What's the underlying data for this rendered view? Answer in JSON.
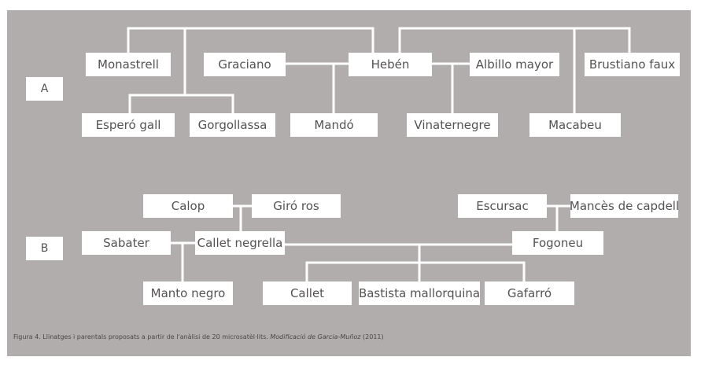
{
  "diagram_a": {
    "label": "A",
    "nodes": {
      "monastrell": "Monastrell",
      "gracian": "Graciano",
      "heben": "Hebén",
      "albillo": "Albillo mayor",
      "brustiano": "Brustiano faux",
      "espero": "Esperó gall",
      "gorgollassa": "Gorgollassa",
      "mando": "Mandó",
      "vinaternegre": "Vinaternegre",
      "macabeu": "Macabeu"
    }
  },
  "diagram_b": {
    "label": "B",
    "nodes": {
      "calop": "Calop",
      "giro": "Giró ros",
      "escursac": "Escursac",
      "mances": "Mancès de capdell",
      "sabater": "Sabater",
      "callet_negrella": "Callet negrella",
      "fogoneu": "Fogoneu",
      "manto": "Manto negro",
      "callet": "Callet",
      "bastista": "Bastista mallorquina",
      "gafarro": "Gafarró"
    }
  },
  "caption": {
    "text": "Figura 4. Llinatges i parentals proposats a partir de l'anàlisi de 20 microsatèl·lits. ",
    "italic": "Modificació de Garcia-Muñoz",
    "year": " (2011)"
  },
  "colors": {
    "panel": "#b1adac",
    "box": "#ffffff",
    "line": "#ffffff",
    "text": "#555253"
  }
}
